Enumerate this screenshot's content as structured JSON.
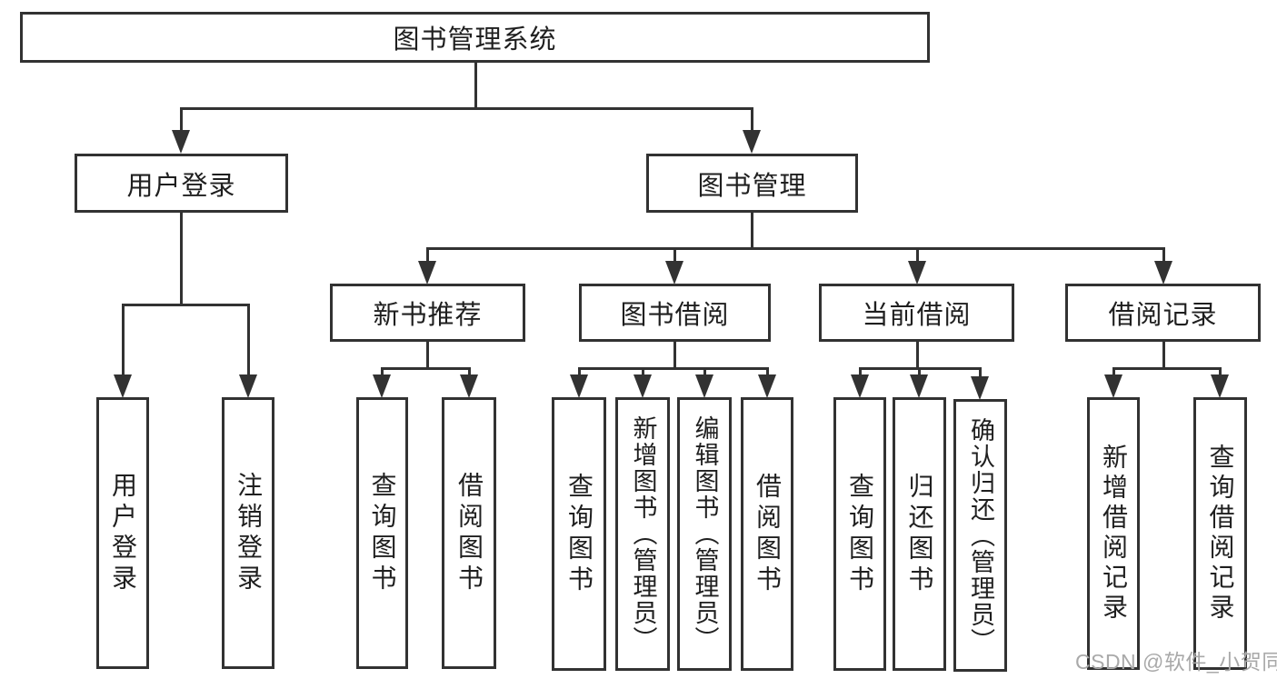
{
  "tree": {
    "root": {
      "label": "图书管理系统"
    },
    "branches": [
      {
        "label": "用户登录",
        "children": [
          {
            "label": "用户登录"
          },
          {
            "label": "注销登录"
          }
        ]
      },
      {
        "label": "图书管理",
        "children": [
          {
            "label": "新书推荐",
            "children": [
              {
                "label": "查询图书"
              },
              {
                "label": "借阅图书"
              }
            ]
          },
          {
            "label": "图书借阅",
            "children": [
              {
                "label": "查询图书"
              },
              {
                "label": "新增图书（管理员）"
              },
              {
                "label": "编辑图书（管理员）"
              },
              {
                "label": "借阅图书"
              }
            ]
          },
          {
            "label": "当前借阅",
            "children": [
              {
                "label": "查询图书"
              },
              {
                "label": "归还图书"
              },
              {
                "label": "确认归还（管理员）"
              }
            ]
          },
          {
            "label": "借阅记录",
            "children": [
              {
                "label": "新增借阅记录"
              },
              {
                "label": "查询借阅记录"
              }
            ]
          }
        ]
      }
    ]
  },
  "watermark": {
    "text": "CSDN @软件_小贺同学"
  },
  "colors": {
    "line": "#323232",
    "box_border": "#323232",
    "box_background": "#ffffff",
    "text": "#1f1f1f",
    "watermark": "#a9a9a9",
    "page_background": "#ffffff"
  }
}
